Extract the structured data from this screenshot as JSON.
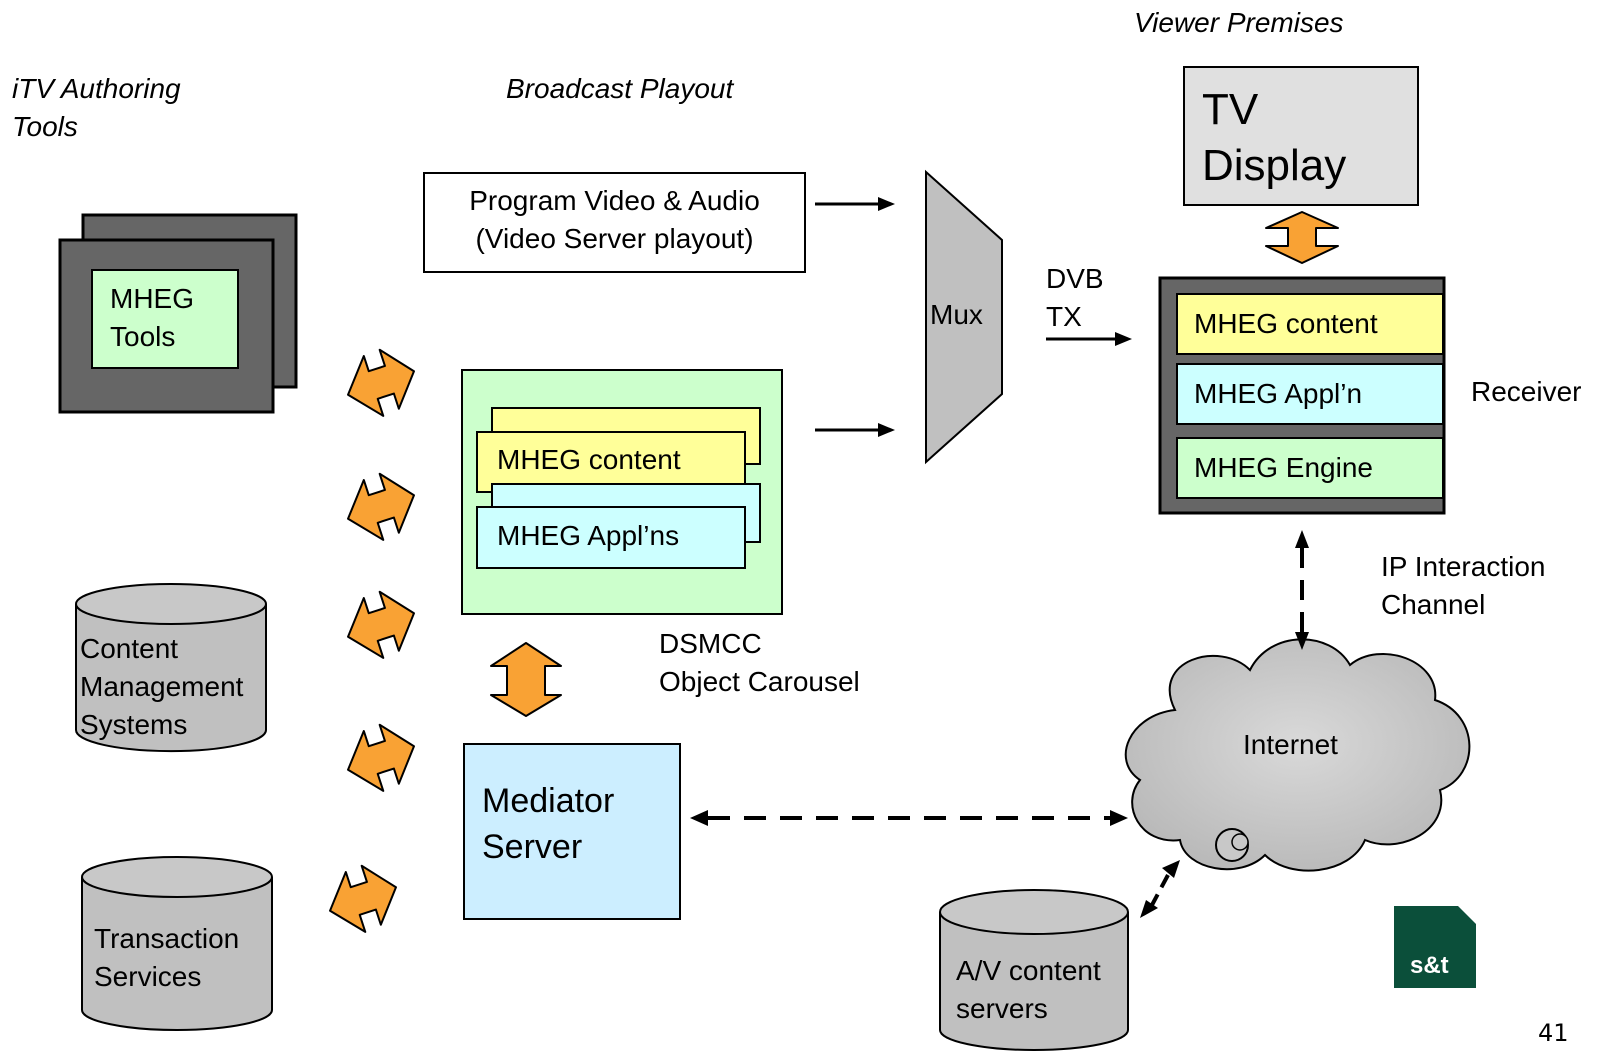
{
  "section_labels": {
    "authoring": "iTV Authoring\nTools",
    "playout": "Broadcast Playout",
    "viewer": "Viewer Premises"
  },
  "program_box": "Program Video & Audio\n(Video Server playout)",
  "mheg_tools": "MHEG\nTools",
  "content_mgmt": "Content\nManagement\nSystems",
  "transaction": "Transaction\nServices",
  "carousel": {
    "content": "MHEG content",
    "applns": "MHEG Appl’ns",
    "caption": "DSMCC\nObject Carousel"
  },
  "mediator": "Mediator\nServer",
  "mux": "Mux",
  "dvb_tx": "DVB\nTX",
  "tv_display": "TV\nDisplay",
  "receiver": {
    "content": "MHEG content",
    "appln": "MHEG Appl’n",
    "engine": "MHEG Engine",
    "label": "Receiver"
  },
  "ip_channel": "IP Interaction\nChannel",
  "internet": "Internet",
  "av_servers": "A/V content\nservers",
  "logo_text": "s&t",
  "page_number": "41",
  "colors": {
    "orange": "#f9a234",
    "yellow": "#ffff99",
    "cyan": "#ccffff",
    "green": "#ccffcc",
    "blue": "#cceeff",
    "gray": "#c0c0c0",
    "dark_gray": "#666666",
    "logo_green": "#0b4f3a"
  }
}
